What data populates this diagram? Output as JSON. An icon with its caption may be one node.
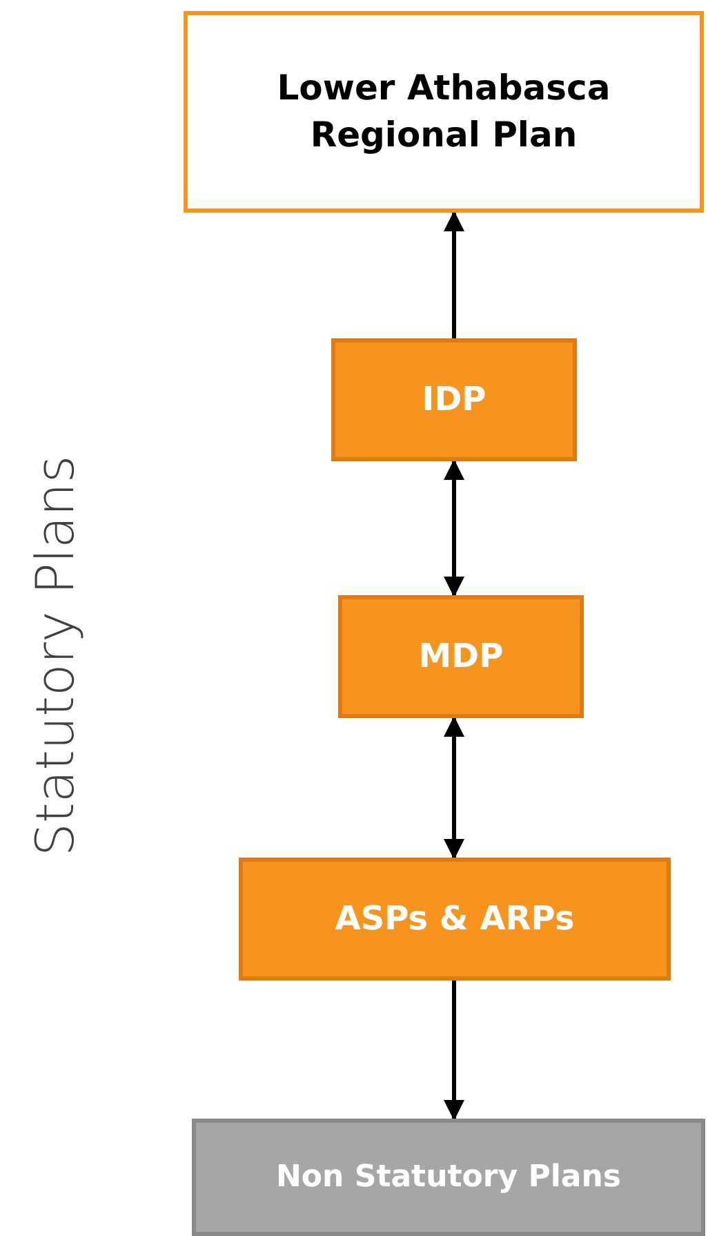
{
  "diagram": {
    "nodes": [
      {
        "text": [
          "Lower Athabasca Regional Plan"
        ]
      },
      {
        "text": [
          "IDP"
        ]
      },
      {
        "text": [
          "MDP"
        ]
      },
      {
        "text": [
          "ASPs & ARPs"
        ]
      },
      {
        "text": [
          "Non Statutory Plans"
        ]
      }
    ],
    "edges": [
      {
        "from": 1,
        "to": 0,
        "arrow": "to"
      },
      {
        "from": 1,
        "to": 2,
        "arrow": "both"
      },
      {
        "from": 2,
        "to": 3,
        "arrow": "both"
      },
      {
        "from": 3,
        "to": 4,
        "arrow": "to"
      }
    ],
    "labels": [
      "Statutory Plans"
    ]
  }
}
